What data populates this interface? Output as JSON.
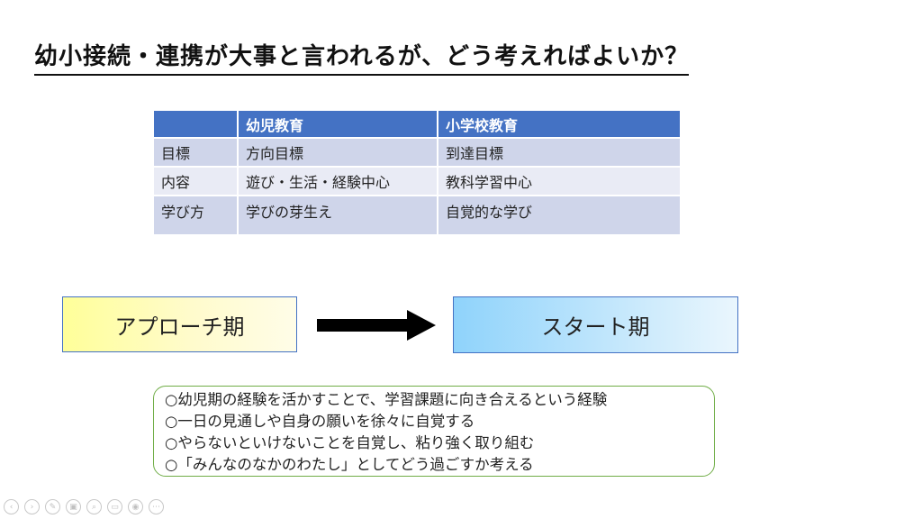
{
  "slide": {
    "title": "幼小接続・連携が大事と言われるが、どう考えればよいか？"
  },
  "table": {
    "headers": [
      "",
      "幼児教育",
      "小学校教育"
    ],
    "rows": [
      [
        "目標",
        "方向目標",
        "到達目標"
      ],
      [
        "内容",
        "遊び・生活・経験中心",
        "教科学習中心"
      ],
      [
        "学び方",
        "学びの芽生え",
        "自覚的な学び"
      ]
    ],
    "header_color": "#4472c4"
  },
  "flow": {
    "approach_label": "アプローチ期",
    "start_label": "スタート期"
  },
  "notes": [
    "○幼児期の経験を活かすことで、学習課題に向き合えるという経験",
    "○一日の見通しや自身の願いを徐々に自覚する",
    "○やらないといけないことを自覚し、粘り強く取り組む",
    "○「みんなのなかのわたし」としてどう過ごすか考える"
  ],
  "toolbar": {
    "icons": [
      "prev-icon",
      "next-icon",
      "pen-icon",
      "copy-icon",
      "zoom-icon",
      "subtitle-icon",
      "camera-icon",
      "more-icon"
    ],
    "glyphs": [
      "‹",
      "›",
      "✎",
      "▣",
      "⌕",
      "▭",
      "◉",
      "⋯"
    ]
  }
}
